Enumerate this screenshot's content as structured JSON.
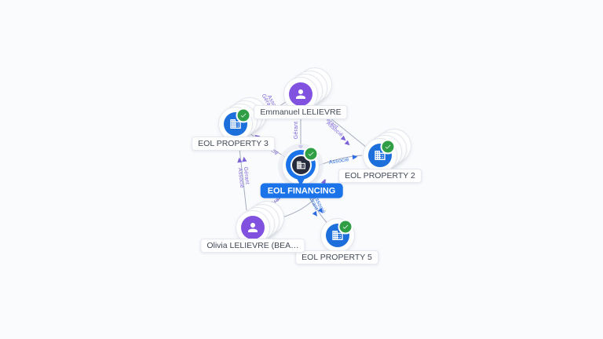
{
  "graph": {
    "nodes": {
      "emmanuel": {
        "label": "Emmanuel LELIEVRE",
        "type": "person"
      },
      "property3": {
        "label": "EOL PROPERTY 3",
        "type": "company",
        "verified": true
      },
      "property2": {
        "label": "EOL PROPERTY 2",
        "type": "company",
        "verified": true
      },
      "property5": {
        "label": "EOL PROPERTY 5",
        "type": "company",
        "verified": true
      },
      "olivia": {
        "label": "Olivia LELIEVRE (BEA…",
        "type": "person"
      },
      "financing": {
        "label": "EOL FINANCING",
        "type": "company",
        "verified": true,
        "focused": true
      }
    },
    "edge_labels": {
      "gerant": "Gérant",
      "associe": "Associé"
    },
    "edges": [
      {
        "from": "Emmanuel LELIEVRE",
        "to": "EOL PROPERTY 3",
        "labels": [
          "Gérant",
          "Associé"
        ]
      },
      {
        "from": "Emmanuel LELIEVRE",
        "to": "EOL FINANCING",
        "labels": [
          "Gérant"
        ]
      },
      {
        "from": "Emmanuel LELIEVRE",
        "to": "EOL PROPERTY 2",
        "labels": [
          "Gérant",
          "Associé"
        ]
      },
      {
        "from": "EOL FINANCING",
        "to": "EOL PROPERTY 3",
        "labels": [
          "Associé"
        ]
      },
      {
        "from": "Olivia LELIEVRE (BEA…",
        "to": "EOL PROPERTY 3",
        "labels": [
          "Gérant",
          "Associé"
        ]
      },
      {
        "from": "Olivia LELIEVRE (BEA…",
        "to": "EOL FINANCING",
        "labels": [
          "Gérant"
        ]
      },
      {
        "from": "EOL FINANCING",
        "to": "EOL PROPERTY 5",
        "labels": [
          "Gérant",
          "Associé"
        ]
      },
      {
        "from": "EOL FINANCING",
        "to": "EOL PROPERTY 2",
        "labels": [
          "Associé"
        ]
      }
    ]
  },
  "colors": {
    "background": "#FAFBFD",
    "person": "#8152E0",
    "company": "#1D6FDB",
    "focus_node": "#1A73E8",
    "verified_badge": "#2F9E44",
    "edge_line": "#9AA3B5",
    "edge_label_purple": "#7C63D8",
    "edge_label_blue": "#2B6DE0"
  }
}
